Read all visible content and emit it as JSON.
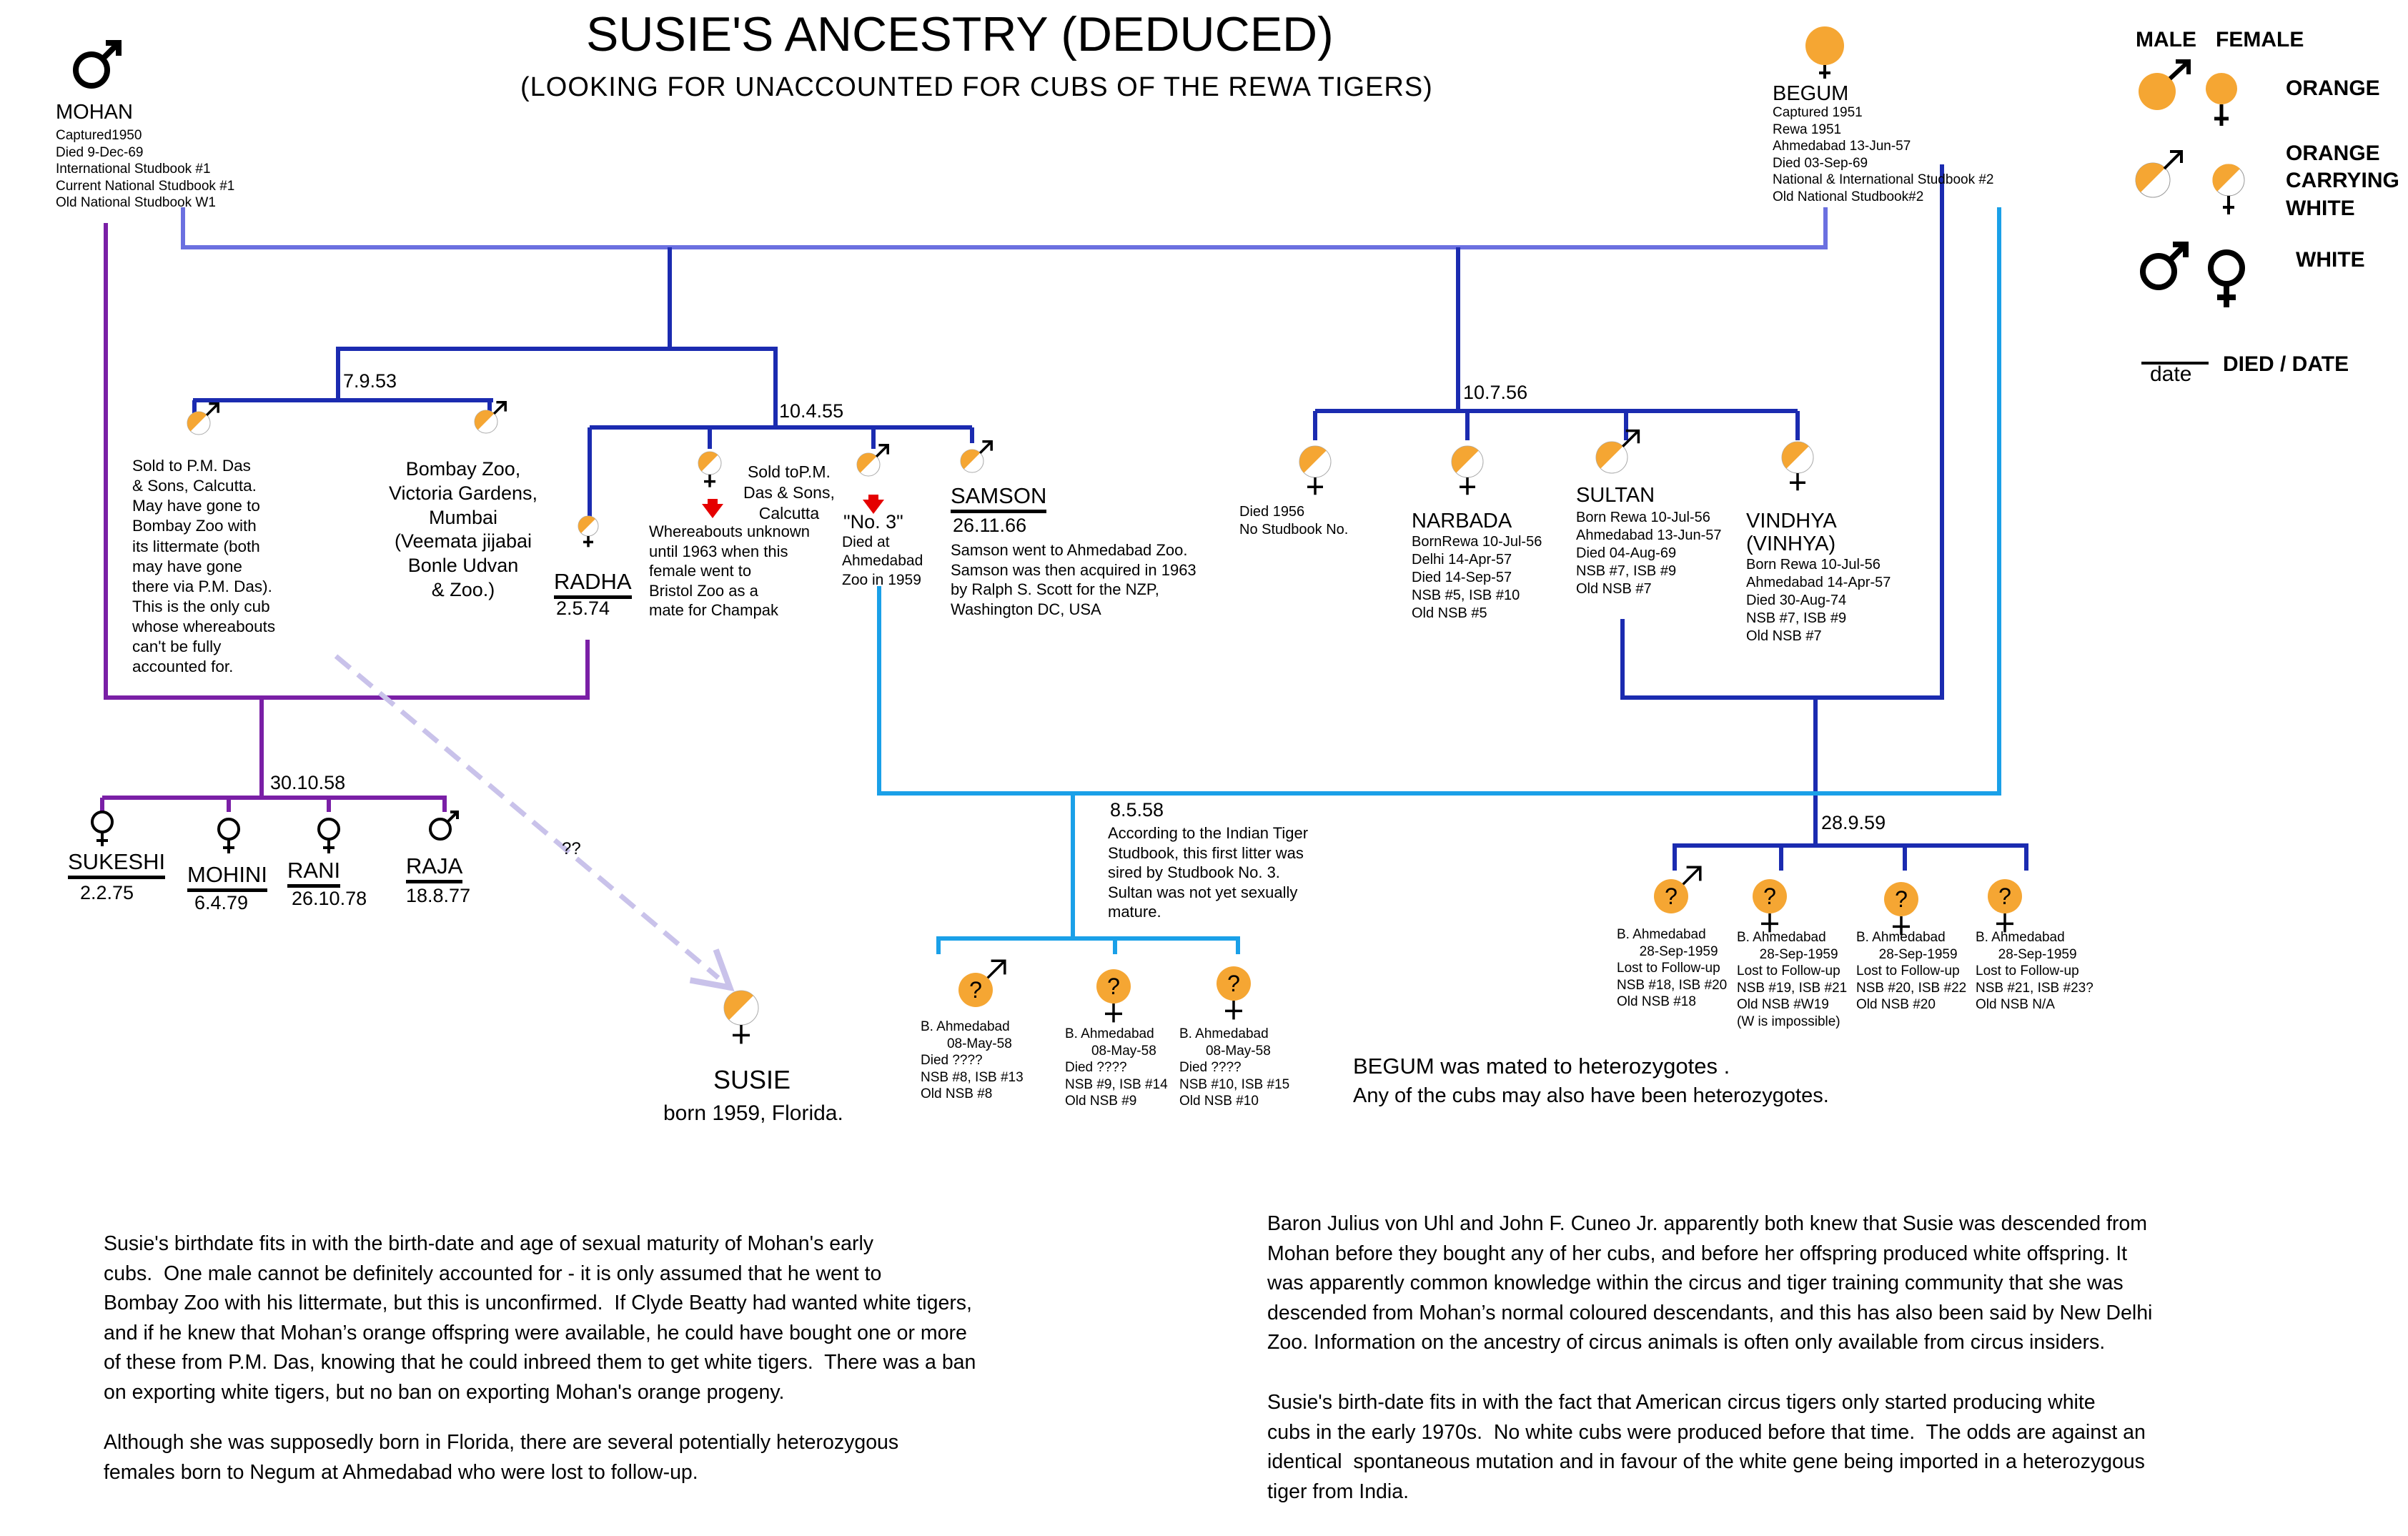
{
  "header": {
    "title": "SUSIE'S ANCESTRY (DEDUCED)",
    "subtitle": "(LOOKING FOR UNACCOUNTED FOR CUBS OF THE REWA TIGERS)"
  },
  "colors": {
    "purple": "#7a1fa6",
    "periwinkle": "#6b70e0",
    "navy": "#1b2bb0",
    "cyan": "#1aa0e8",
    "orange": "#f5a633",
    "arrow_red": "#e50000",
    "dashed_arrow": "#c9c2ea"
  },
  "icons": {
    "male": "male-symbol-icon",
    "female": "female-symbol-icon",
    "question": "question-mark-icon",
    "arrow": "red-down-arrow-icon"
  },
  "legend": {
    "male": "MALE",
    "female": "FEMALE",
    "orange": "ORANGE",
    "carrying": "ORANGE\nCARRYING\nWHITE",
    "white": "WHITE",
    "date_sample": "date",
    "died_date": "DIED / DATE"
  },
  "mohan": {
    "name": "MOHAN",
    "details": "Captured1950\nDied 9-Dec-69\nInternational Studbook #1\nCurrent National Studbook #1\nOld National Studbook W1"
  },
  "begum": {
    "name": "BEGUM",
    "details": "Captured 1951\nRewa 1951\nAhmedabad 13-Jun-57\nDied 03-Sep-69\nNational & International Studbook #2\nOld National Studbook#2"
  },
  "dates": {
    "d1": "7.9.53",
    "d2": "10.4.55",
    "d3": "10.7.56",
    "d4": "30.10.58",
    "d5": "8.5.58",
    "d6": "28.9.59",
    "qq": "??"
  },
  "litter1": {
    "male1_text": "Sold to P.M. Das\n& Sons, Calcutta.\nMay have gone to\nBombay Zoo with\nits littermate (both\nmay have gone\nthere via P.M. Das).\nThis is the only cub\nwhose whereabouts\ncan't be fully\naccounted for.",
    "male2_text": "Bombay Zoo,\nVictoria Gardens,\nMumbai\n(Veemata jijabai\nBonle Udvan\n& Zoo.)"
  },
  "litter2": {
    "radha_name": "RADHA",
    "radha_date": "2.5.74",
    "female2_text": "Whereabouts unknown\nuntil 1963 when this\nfemale went to\nBristol Zoo as a\nmate for Champak",
    "sold_text": "Sold toP.M.\nDas & Sons,\nCalcutta",
    "no3_name": "\"No. 3\"",
    "no3_text": "Died at\nAhmedabad\nZoo in 1959",
    "samson_name": "SAMSON",
    "samson_date": "26.11.66",
    "samson_text": "Samson went to Ahmedabad Zoo.\nSamson was then acquired in 1963\nby Ralph S. Scott for the NZP,\nWashington DC, USA"
  },
  "litter3": {
    "f1_text": "Died 1956\nNo Studbook No.",
    "narbada_name": "NARBADA",
    "narbada_text": "BornRewa 10-Jul-56\nDelhi 14-Apr-57\nDied 14-Sep-57\nNSB #5, ISB #10\nOld NSB #5",
    "sultan_name": "SULTAN",
    "sultan_text": "Born Rewa 10-Jul-56\nAhmedabad 13-Jun-57\nDied 04-Aug-69\nNSB #7, ISB #9\nOld NSB #7",
    "vindhya_name": "VINDHYA\n(VINHYA)",
    "vindhya_text": "Born Rewa 10-Jul-56\nAhmedabad 14-Apr-57\nDied 30-Aug-74\nNSB #7, ISB #9\nOld NSB #7"
  },
  "mohan_radha": {
    "sukeshi_name": "SUKESHI",
    "sukeshi_date": "2.2.75",
    "mohini_name": "MOHINI",
    "mohini_date": "6.4.79",
    "rani_name": "RANI",
    "rani_date": "26.10.78",
    "raja_name": "RAJA",
    "raja_date": "18.8.77"
  },
  "susie": {
    "name": "SUSIE",
    "born": "born 1959, Florida."
  },
  "litter_1958": {
    "note": "According to the Indian Tiger\nStudbook, this first litter was\nsired by Studbook No. 3.\nSultan was not yet sexually\nmature.",
    "cubs": [
      "B. Ahmedabad\n       08-May-58\nDied ????\nNSB #8, ISB #13\nOld NSB #8",
      "B. Ahmedabad\n       08-May-58\nDied ????\nNSB #9, ISB #14\nOld NSB #9",
      "B. Ahmedabad\n       08-May-58\nDied ????\nNSB #10, ISB #15\nOld NSB #10"
    ]
  },
  "litter_1959": {
    "cubs": [
      "B. Ahmedabad\n      28-Sep-1959\nLost to Follow-up\nNSB #18, ISB #20\nOld NSB #18",
      "B. Ahmedabad\n      28-Sep-1959\nLost to Follow-up\nNSB #19, ISB #21\nOld NSB #W19\n(W is impossible)",
      "B. Ahmedabad\n      28-Sep-1959\nLost to Follow-up\nNSB #20, ISB #22\nOld NSB #20",
      "B. Ahmedabad\n      28-Sep-1959\nLost to Follow-up\nNSB #21, ISB #23?\nOld NSB N/A"
    ]
  },
  "begum_note": {
    "line1": "BEGUM was mated to heterozygotes .",
    "line2": "Any of the cubs may also have been heterozygotes."
  },
  "paragraphs": {
    "left1": "Susie's birthdate fits in with the birth-date and age of sexual maturity of Mohan's early\ncubs.  One male cannot be definitely accounted for - it is only assumed that he went to\nBombay Zoo with his littermate, but this is unconfirmed.  If Clyde Beatty had wanted white tigers,\nand if he knew that Mohan’s orange offspring were available, he could have bought one or more\nof these from P.M. Das, knowing that he could inbreed them to get white tigers.  There was a ban\non exporting white tigers, but no ban on exporting Mohan's orange progeny.",
    "left2": "Although she was supposedly born in Florida, there are several potentially heterozygous\nfemales born to Negum at Ahmedabad who were lost to follow-up.",
    "right1": "Baron Julius von Uhl and John F. Cuneo Jr. apparently both knew that Susie was descended from\nMohan before they bought any of her cubs, and before her offspring produced white offspring. It\nwas apparently common knowledge within the circus and tiger training community that she was\ndescended from Mohan’s normal coloured descendants, and this has also been said by New Delhi\nZoo. Information on the ancestry of circus animals is often only available from circus insiders.",
    "right2": "Susie's birth-date fits in with the fact that American circus tigers only started producing white\ncubs in the early 1970s.  No white cubs were produced before that time.  The odds are against an\nidentical  spontaneous mutation and in favour of the white gene being imported in a heterozygous\ntiger from India."
  }
}
